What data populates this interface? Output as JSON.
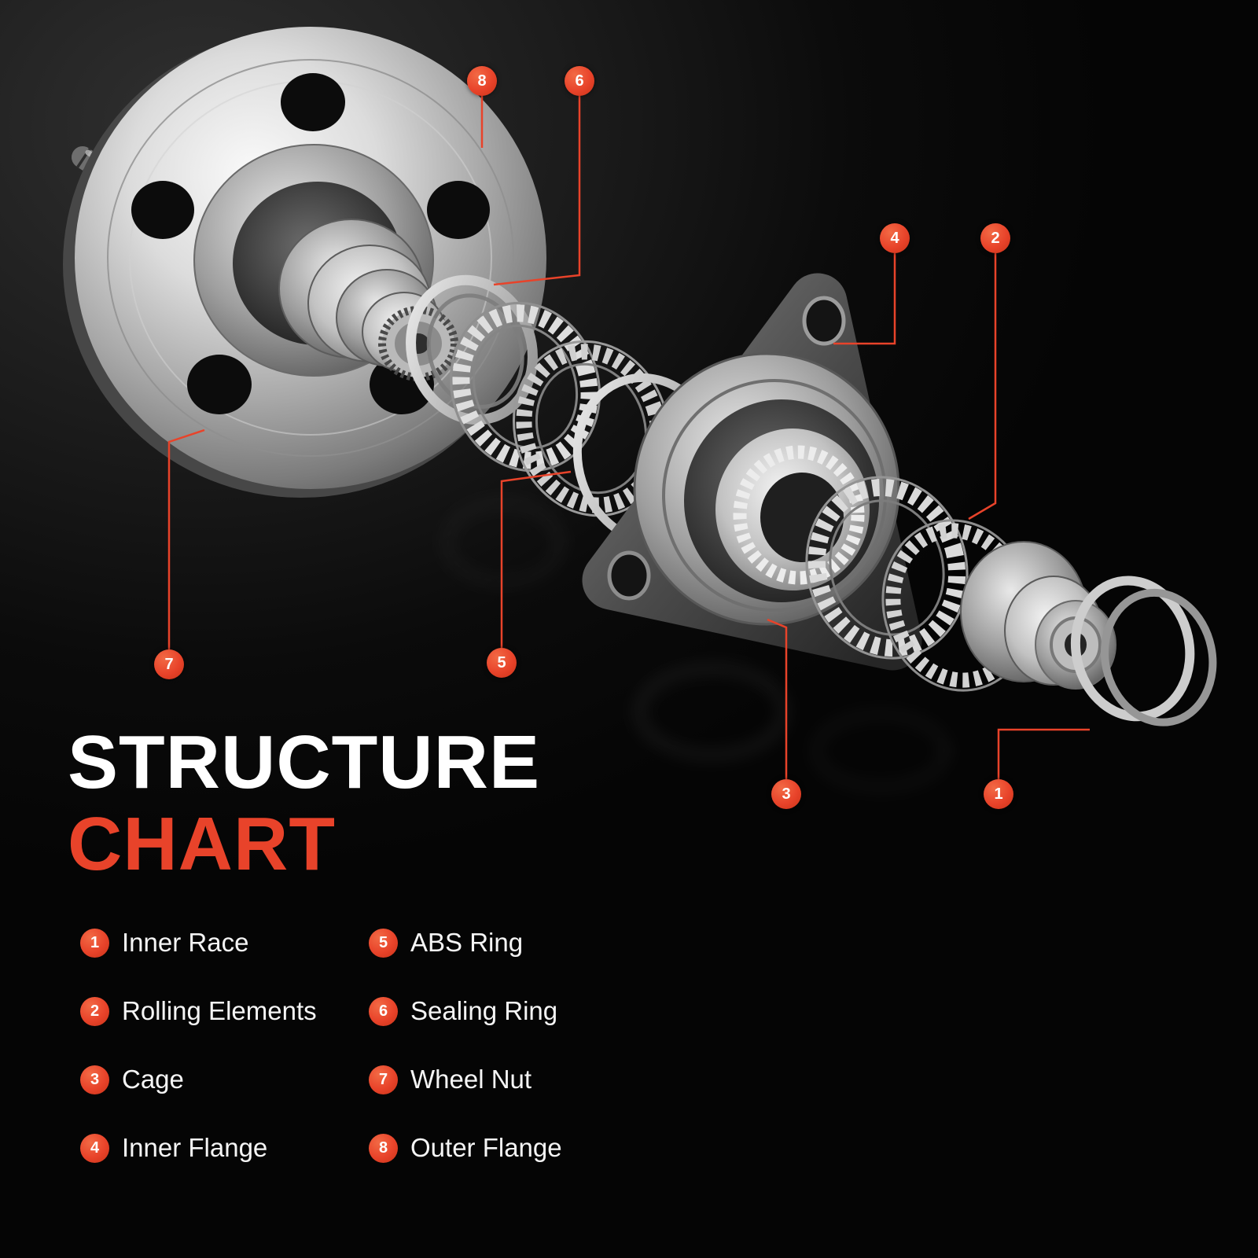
{
  "title": {
    "line1": "STRUCTURE",
    "line2": "CHART"
  },
  "colors": {
    "accent": "#e8432a",
    "background": "#0a0a0a",
    "title_text": "#ffffff",
    "legend_text": "#f5f5f5"
  },
  "legend": {
    "items": [
      {
        "number": "1",
        "label": "Inner Race"
      },
      {
        "number": "2",
        "label": "Rolling Elements"
      },
      {
        "number": "3",
        "label": "Cage"
      },
      {
        "number": "4",
        "label": "Inner Flange"
      },
      {
        "number": "5",
        "label": "ABS Ring"
      },
      {
        "number": "6",
        "label": "Sealing Ring"
      },
      {
        "number": "7",
        "label": "Wheel Nut"
      },
      {
        "number": "8",
        "label": "Outer Flange"
      }
    ]
  }
}
